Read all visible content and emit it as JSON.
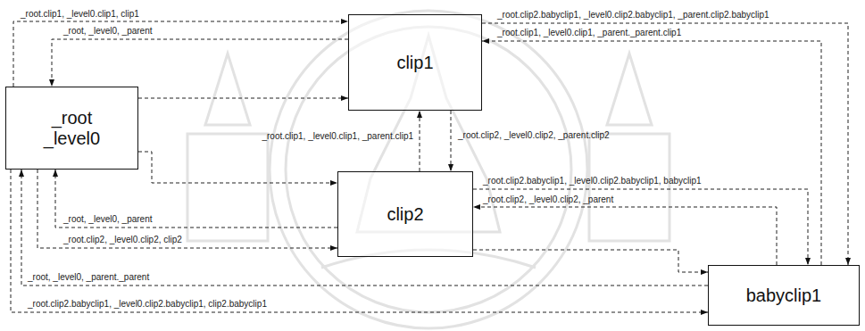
{
  "diagram": {
    "nodes": [
      {
        "text": [
          "_root _level0"
        ]
      },
      {
        "text": [
          "clip1"
        ]
      },
      {
        "text": [
          "clip2"
        ]
      },
      {
        "text": [
          "babyclip1"
        ]
      }
    ],
    "edges": [
      {
        "from": 0,
        "to": 1,
        "arrow": "to",
        "label": "_root.clip1, _level0.clip1, clip1"
      },
      {
        "from": 1,
        "to": 0,
        "arrow": "to",
        "label": "_root, _level0, _parent"
      },
      {
        "from": 0,
        "to": 1,
        "arrow": "to"
      },
      {
        "from": 0,
        "to": 2,
        "arrow": "to"
      },
      {
        "from": 2,
        "to": 1,
        "arrow": "to",
        "label": "_root.clip1, _level0.clip1, _parent.clip1"
      },
      {
        "from": 1,
        "to": 2,
        "arrow": "to",
        "label": "_root.clip2, _level0.clip2, _parent.clip2"
      },
      {
        "from": 1,
        "to": 3,
        "arrow": "to",
        "label": "_root.clip2.babyclip1, _level0.clip2.babyclip1, _parent.clip2.babyclip1"
      },
      {
        "from": 3,
        "to": 1,
        "arrow": "to",
        "label": "_root.clip1, _level0.clip1, _parent._parent.clip1"
      },
      {
        "from": 2,
        "to": 3,
        "arrow": "to",
        "label": "_root.clip2.babyclip1, _level0.clip2.babyclip1, babyclip1"
      },
      {
        "from": 3,
        "to": 2,
        "arrow": "to",
        "label": "_root.clip2, _level0.clip2, _parent"
      },
      {
        "from": 2,
        "to": 3,
        "arrow": "to"
      },
      {
        "from": 2,
        "to": 0,
        "arrow": "to",
        "label": "_root, _level0, _parent"
      },
      {
        "from": 0,
        "to": 2,
        "arrow": "to",
        "label": "_root.clip2, _level0.clip2, clip2"
      },
      {
        "from": 3,
        "to": 0,
        "arrow": "to",
        "label": "_root, _level0, _parent._parent"
      },
      {
        "from": 0,
        "to": 3,
        "arrow": "to",
        "label": "_root.clip2.babyclip1, _level0.clip2.babyclip1, clip2.babyclip1"
      }
    ]
  }
}
